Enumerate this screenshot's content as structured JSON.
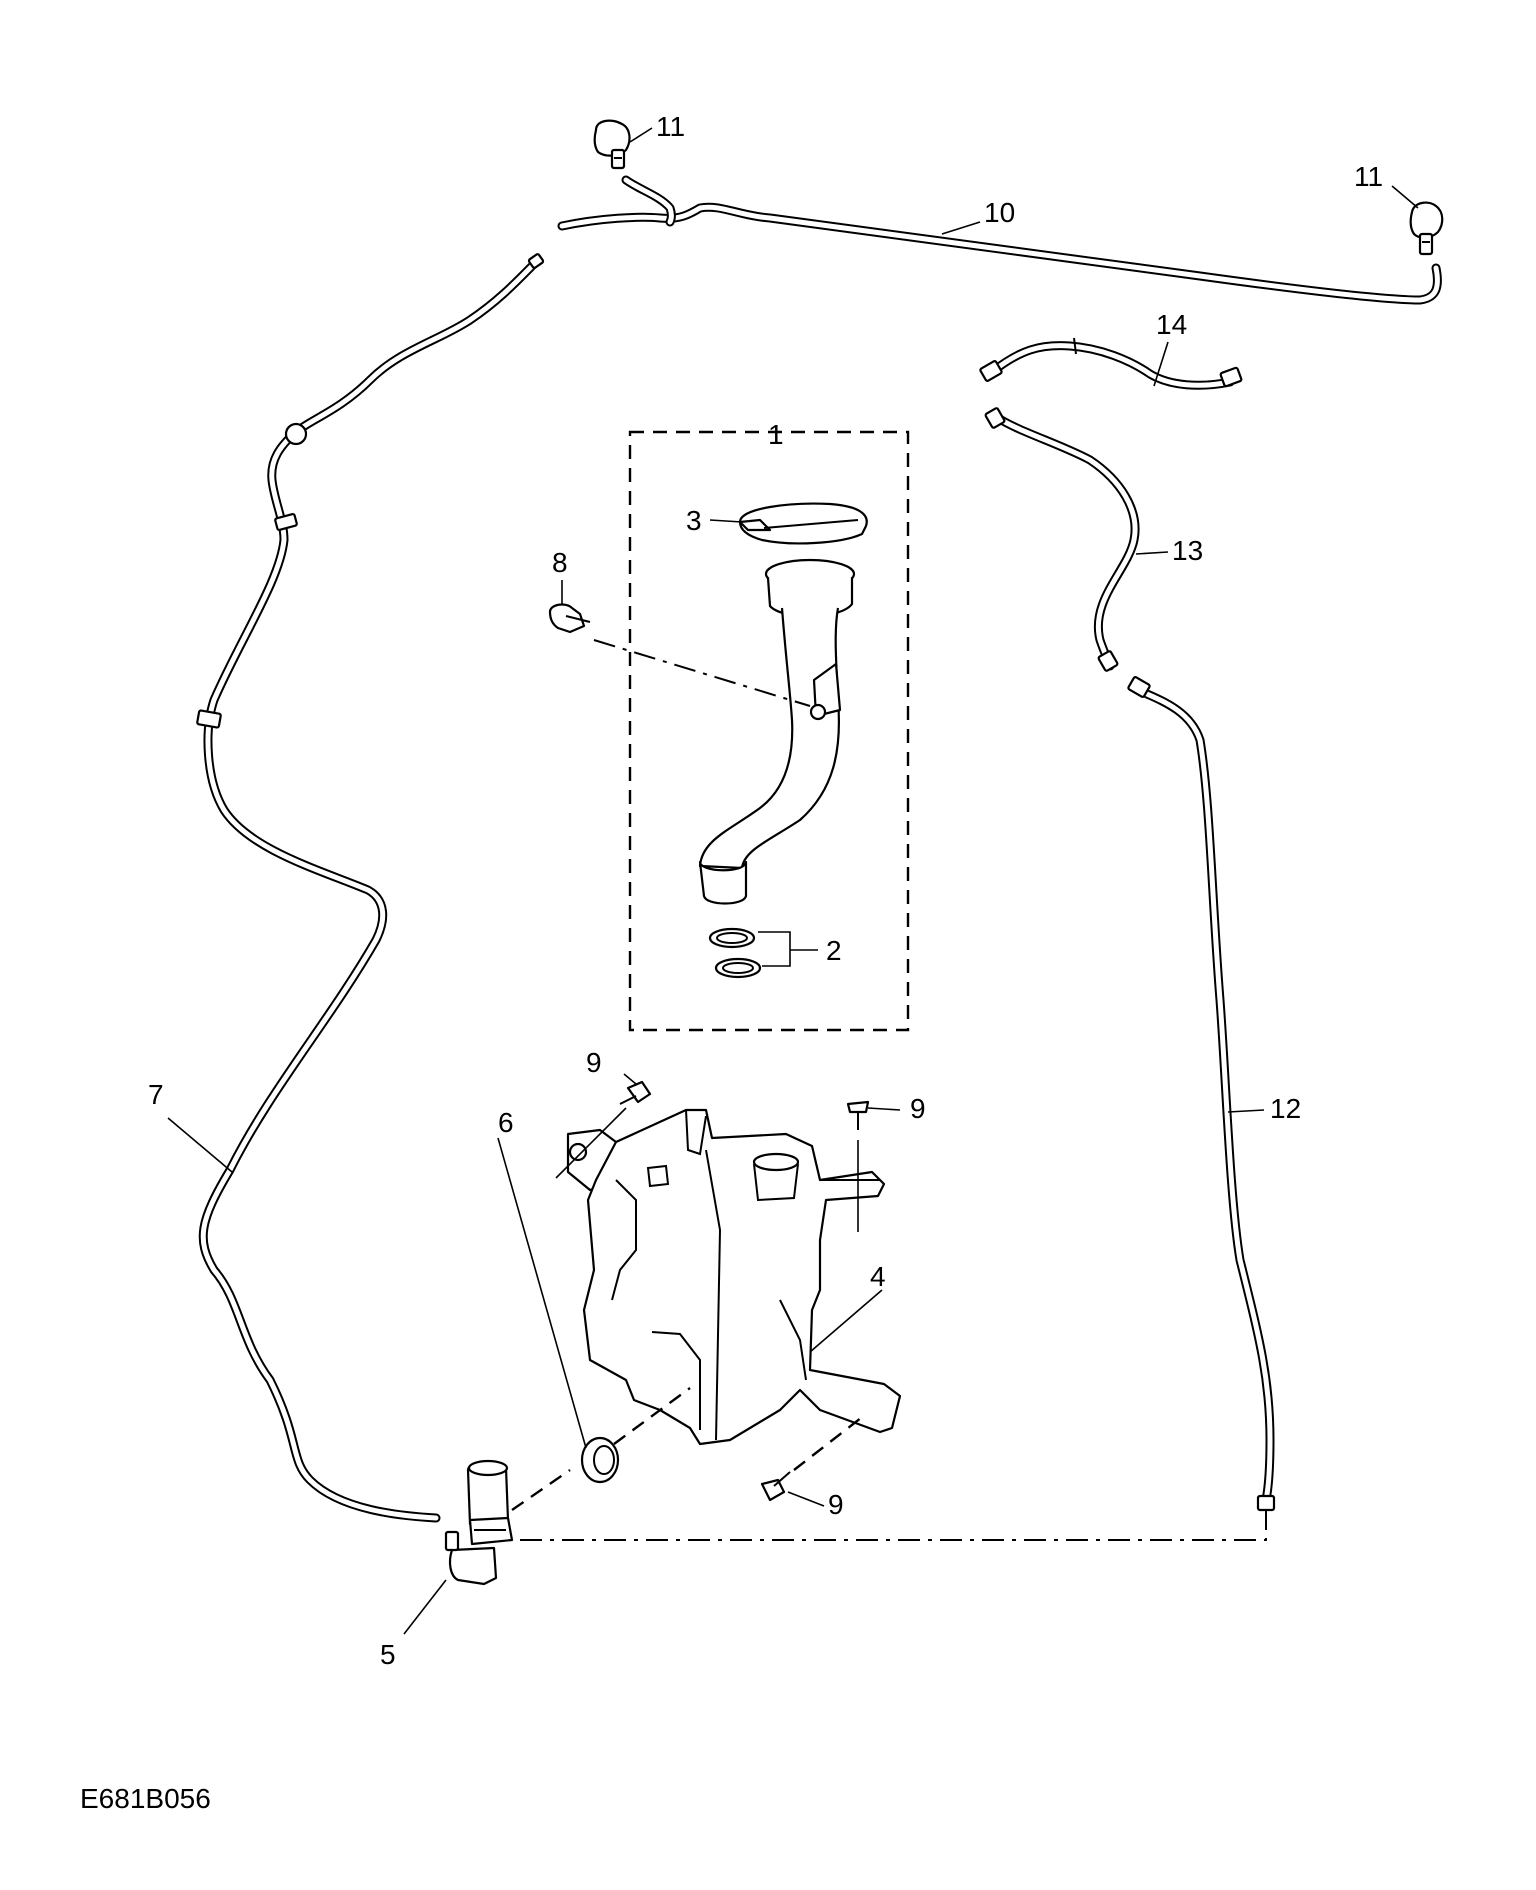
{
  "diagram_code": "E681B056",
  "callouts": {
    "c1": "1",
    "c2": "2",
    "c3": "3",
    "c4": "4",
    "c5": "5",
    "c6": "6",
    "c7": "7",
    "c8": "8",
    "c9a": "9",
    "c9b": "9",
    "c9c": "9",
    "c10": "10",
    "c11a": "11",
    "c11b": "11",
    "c12": "12",
    "c13": "13",
    "c14": "14"
  }
}
